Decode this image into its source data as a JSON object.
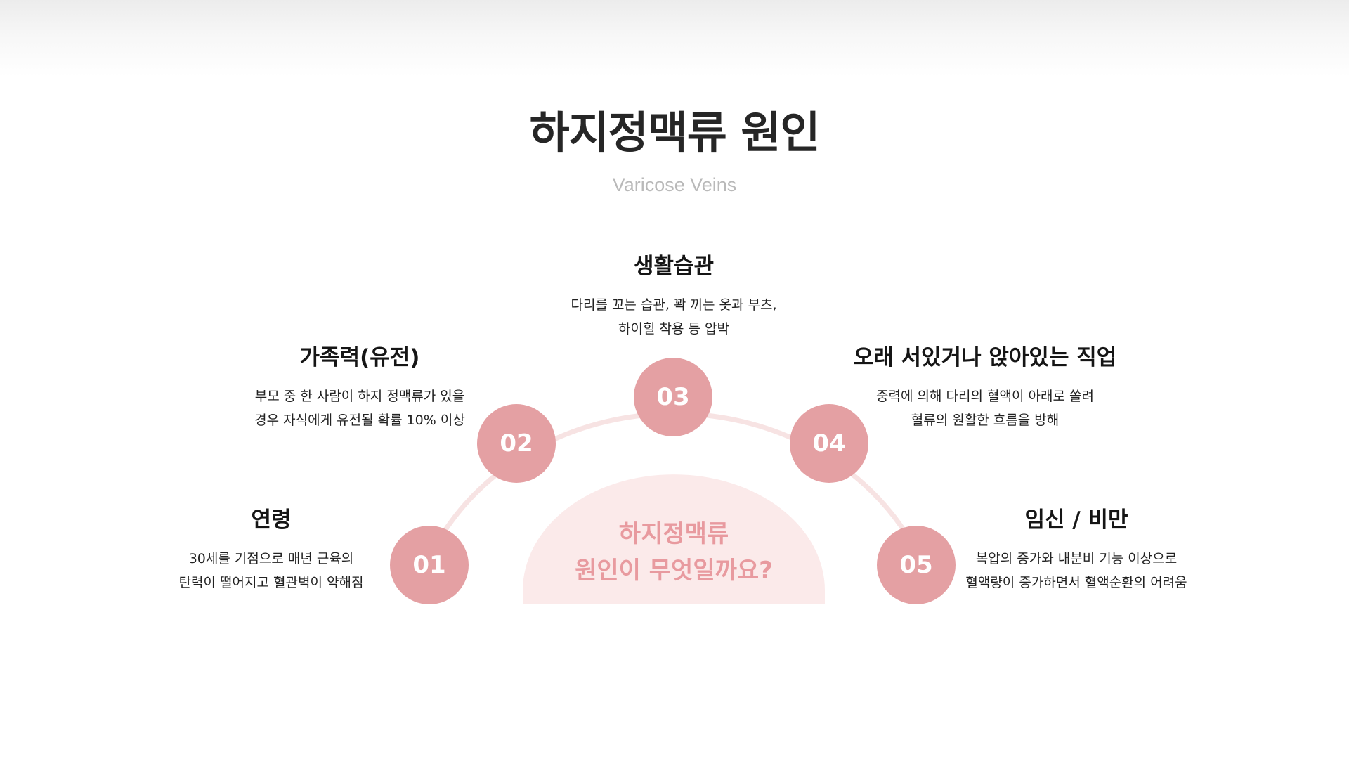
{
  "title": "하지정맥류 원인",
  "subtitle": "Varicose Veins",
  "center": {
    "line1": "하지정맥류",
    "line2": "원인이 무엇일까요?"
  },
  "colors": {
    "node": "#e4a0a3",
    "arc": "#f7e3e3",
    "center_fill": "#fbeaea",
    "center_text": "#e89a9f"
  },
  "causes": [
    {
      "number": "01",
      "title": "연령",
      "lines": [
        "30세를 기점으로 매년 근육의",
        "탄력이 떨어지고 혈관벽이 약해짐"
      ]
    },
    {
      "number": "02",
      "title": "가족력(유전)",
      "lines": [
        "부모 중 한 사람이 하지 정맥류가 있을",
        "경우 자식에게 유전될 확률 10% 이상"
      ]
    },
    {
      "number": "03",
      "title": "생활습관",
      "lines": [
        "다리를 꼬는 습관, 꽉 끼는 옷과 부츠,",
        "하이힐 착용 등 압박"
      ]
    },
    {
      "number": "04",
      "title": "오래 서있거나 앉아있는 직업",
      "lines": [
        "중력에 의해 다리의 혈액이 아래로 쏠려",
        "혈류의 원활한 흐름을 방해"
      ]
    },
    {
      "number": "05",
      "title": "임신 / 비만",
      "lines": [
        "복압의 증가와 내분비 기능 이상으로",
        "혈액량이 증가하면서 혈액순환의 어려움"
      ]
    }
  ]
}
